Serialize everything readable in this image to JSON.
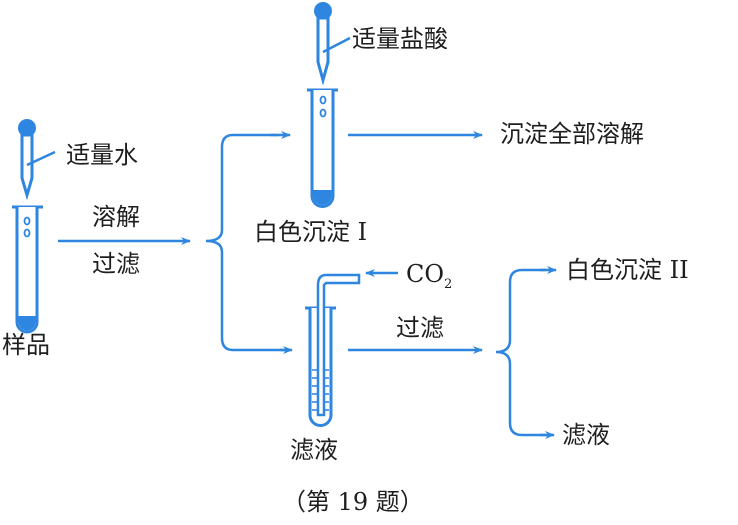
{
  "figure": {
    "caption": "（第 19 题）",
    "accent_color": "#2f86e0"
  },
  "labels": {
    "water": "适量水",
    "sample": "样品",
    "step1_top": "溶解",
    "step1_bottom": "过滤",
    "hcl": "适量盐酸",
    "precipitate1": "白色沉淀 I",
    "result_dissolve": "沉淀全部溶解",
    "co2_main": "CO",
    "co2_sub": "2",
    "filtrate_tube": "滤液",
    "step2": "过滤",
    "precipitate2": "白色沉淀 II",
    "filtrate_final": "滤液"
  }
}
